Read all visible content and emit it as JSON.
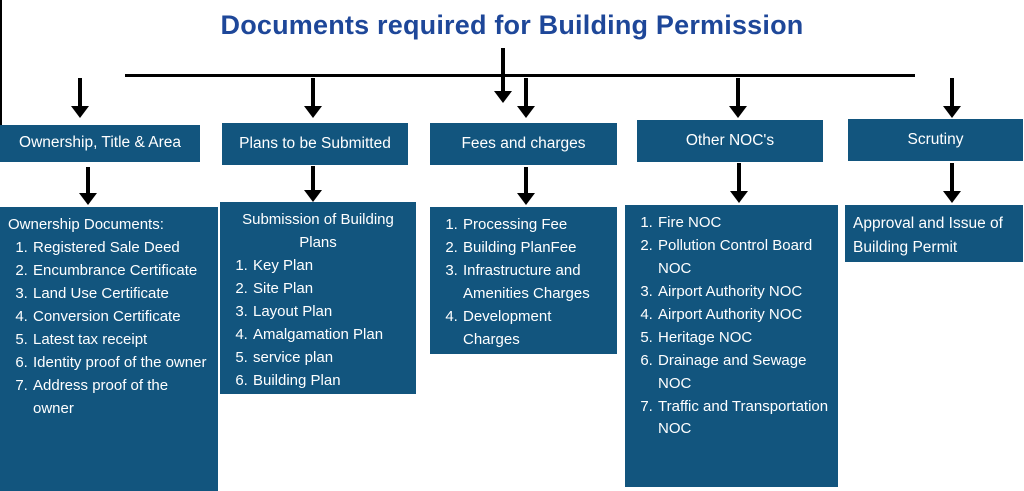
{
  "title": "Documents required for Building Permission",
  "colors": {
    "box_fill": "#12557e",
    "box_text": "#ffffff",
    "title_text": "#1e4799",
    "connector": "#000000"
  },
  "columns": [
    {
      "header": "Ownership, Title & Area",
      "detail_title": "Ownership Documents:",
      "items": [
        "Registered Sale Deed",
        "Encumbrance Certificate",
        "Land Use Certificate",
        "Conversion Certificate",
        "Latest tax receipt",
        "Identity proof of the owner",
        "Address proof of the owner"
      ]
    },
    {
      "header": "Plans to be Submitted",
      "detail_title": "Submission of Building Plans",
      "items": [
        "Key Plan",
        "Site Plan",
        "Layout Plan",
        "Amalgamation Plan",
        "service plan",
        "Building Plan"
      ]
    },
    {
      "header": "Fees and charges",
      "detail_title": "",
      "items": [
        "Processing Fee",
        "Building PlanFee",
        "Infrastructure and Amenities Charges",
        "Development Charges"
      ]
    },
    {
      "header": "Other NOC's",
      "detail_title": "",
      "items": [
        "Fire NOC",
        "Pollution Control Board NOC",
        "Airport Authority NOC",
        "Airport Authority NOC",
        "Heritage NOC",
        "Drainage and Sewage NOC",
        "Traffic and Transportation NOC"
      ]
    },
    {
      "header": "Scrutiny",
      "detail_title": "Approval and Issue of Building Permit",
      "items": []
    }
  ]
}
